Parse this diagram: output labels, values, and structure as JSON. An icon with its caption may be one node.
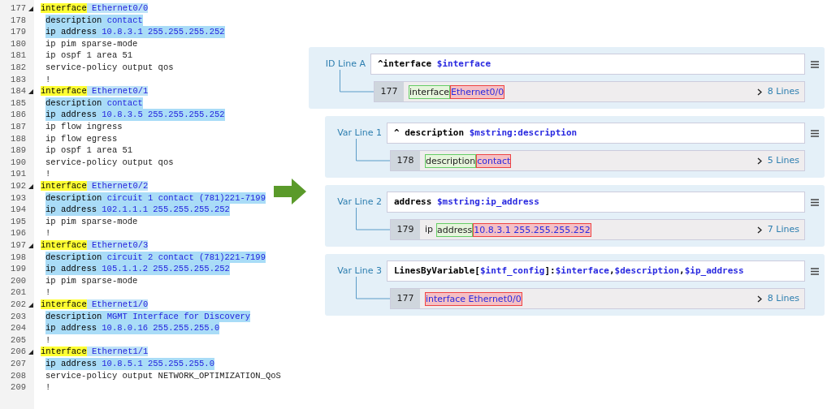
{
  "diagram": {
    "nodes": [
      {
        "text": [],
        "shape": "box"
      },
      {
        "text": [
          "ID Line A"
        ],
        "in": 0
      },
      {
        "text": [
          "^interface $interface"
        ],
        "in": 0
      },
      {
        "text": [
          "177",
          "interface",
          "Ethernet0/0",
          "8 Lines"
        ],
        "in": 0
      },
      {
        "text": [],
        "shape": "box"
      },
      {
        "text": [
          "Var Line 1"
        ],
        "in": 4
      },
      {
        "text": [
          "^ description $mstring:description"
        ],
        "in": 4
      },
      {
        "text": [
          "178",
          "description",
          "contact",
          "5 Lines"
        ],
        "in": 4
      },
      {
        "text": [],
        "shape": "box"
      },
      {
        "text": [
          "Var Line 2"
        ],
        "in": 8
      },
      {
        "text": [
          "address $mstring:ip_address"
        ],
        "in": 8
      },
      {
        "text": [
          "179",
          "ip",
          "address",
          "10.8.3.1 255.255.255.252",
          "7 Lines"
        ],
        "in": 8
      },
      {
        "text": [],
        "shape": "box"
      },
      {
        "text": [
          "Var Line 3"
        ],
        "in": 12
      },
      {
        "text": [
          "LinesByVariable[$intf_config]:$interface,$description,$ip_address"
        ],
        "in": 12
      },
      {
        "text": [
          "177",
          "interface Ethernet0/0",
          "8 Lines"
        ],
        "in": 12
      }
    ],
    "edges": [
      {
        "from": 1,
        "to": 3,
        "arrow": "none"
      },
      {
        "from": 5,
        "to": 7,
        "arrow": "none"
      },
      {
        "from": 9,
        "to": 11,
        "arrow": "none"
      },
      {
        "from": 13,
        "to": 15,
        "arrow": "none"
      }
    ],
    "labels": [
      "177",
      "interface Ethernet0/0",
      "178",
      "description contact",
      "179",
      "ip address 10.8.3.1 255.255.255.252",
      "180",
      "ip pim sparse-mode",
      "181",
      "ip ospf 1 area 51",
      "182",
      "service-policy output qos",
      "183",
      "!",
      "184",
      "interface Ethernet0/1",
      "185",
      "description contact",
      "186",
      "ip address 10.8.3.5 255.255.255.252",
      "187",
      "ip flow ingress",
      "188",
      "ip flow egress",
      "189",
      "ip ospf 1 area 51",
      "190",
      "service-policy output qos",
      "191",
      "!",
      "192",
      "interface Ethernet0/2",
      "193",
      "description circuit 1 contact (781)221-7199",
      "194",
      "ip address 102.1.1.1 255.255.255.252",
      "195",
      "ip pim sparse-mode",
      "196",
      "!",
      "197",
      "interface Ethernet0/3",
      "198",
      "description circuit 2 contact (781)221-7199",
      "199",
      "ip address 105.1.1.2 255.255.255.252",
      "200",
      "ip pim sparse-mode",
      "201",
      "!",
      "202",
      "interface Ethernet1/0",
      "203",
      "description MGMT Interface for Discovery",
      "204",
      "ip address 10.8.0.16 255.255.255.0",
      "205",
      "!",
      "206",
      "interface Ethernet1/1",
      "207",
      "ip address 10.8.5.1 255.255.255.0",
      "208",
      "service-policy output NETWORK_OPTIMIZATION_QoS",
      "209",
      "!"
    ]
  }
}
